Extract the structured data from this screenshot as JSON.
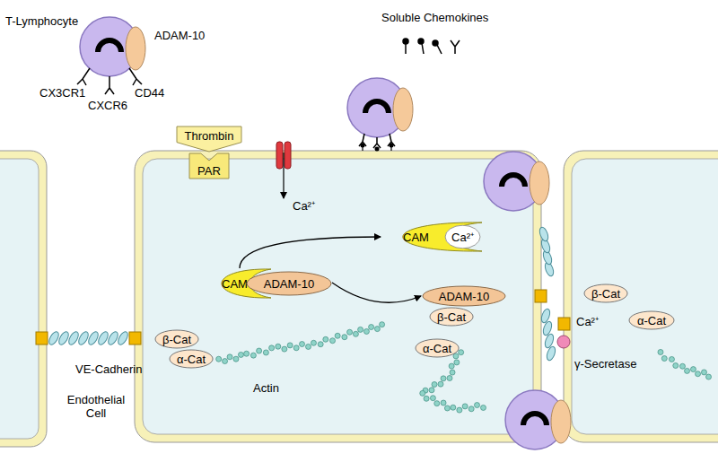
{
  "diagram": {
    "nodes": [
      {
        "text": [
          "Endothelial Cell"
        ]
      },
      {
        "text": [
          "Thrombin"
        ]
      },
      {
        "text": [
          "PAR"
        ]
      },
      {
        "text": [
          "CAM",
          "Ca²⁺"
        ],
        "in": 0
      },
      {
        "text": [
          "CAM"
        ],
        "in": 0
      },
      {
        "text": [
          "ADAM-10"
        ],
        "in": 0
      },
      {
        "text": [
          "ADAM-10"
        ],
        "in": 0
      },
      {
        "text": [
          "β-Cat"
        ],
        "in": 0
      },
      {
        "text": [
          "α-Cat"
        ],
        "in": 0
      },
      {
        "text": [
          "β-Cat"
        ],
        "in": 0
      },
      {
        "text": [
          "α-Cat"
        ],
        "in": 0
      },
      {
        "text": [
          "β-Cat"
        ]
      },
      {
        "text": [
          "α-Cat"
        ]
      }
    ],
    "edges": [
      {
        "from": 4,
        "to": 3,
        "arrow": "to"
      },
      {
        "from": 5,
        "to": 6,
        "arrow": "to"
      }
    ],
    "labels": [
      "T-Lymphocyte",
      "ADAM-10",
      "CX3CR1",
      "CXCR6",
      "CD44",
      "Soluble Chemokines",
      "Ca²⁺",
      "VE-Cadherin",
      "Actin",
      "Ca²⁺",
      "γ-Secretase"
    ]
  }
}
